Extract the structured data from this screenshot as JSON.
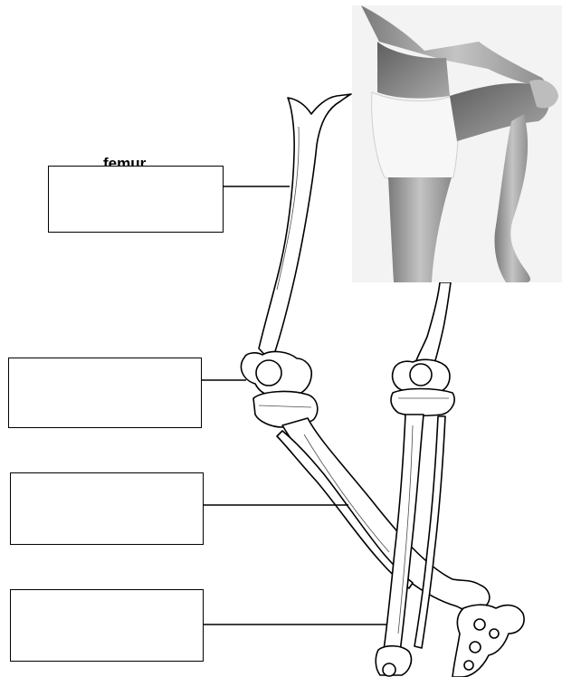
{
  "worksheet": {
    "hint_label": "femur",
    "answer_boxes": [
      {
        "id": "box-1",
        "value": ""
      },
      {
        "id": "box-2",
        "value": ""
      },
      {
        "id": "box-3",
        "value": ""
      },
      {
        "id": "box-4",
        "value": ""
      }
    ]
  },
  "colors": {
    "line": "#000000",
    "bone": "#ffffff",
    "skin_light": "#d9d9d9",
    "skin_mid": "#9a9a9a",
    "skin_dark": "#6e6e6e",
    "shorts": "#f0f0f0"
  }
}
